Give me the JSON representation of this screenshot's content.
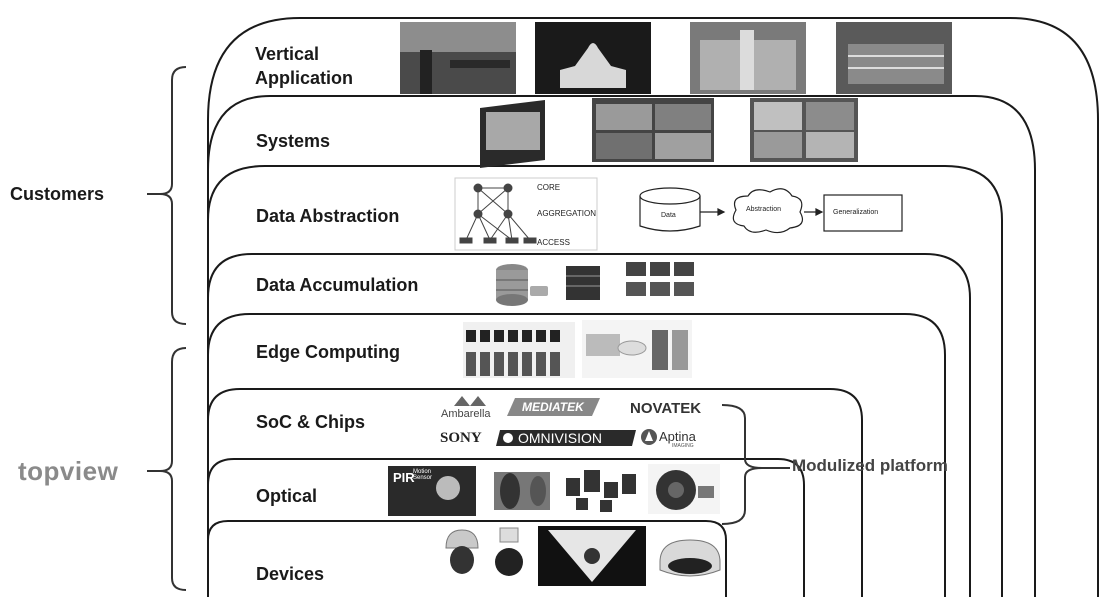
{
  "layers": {
    "vertical_application": "Vertical\nApplication",
    "vertical_line1": "Vertical",
    "vertical_line2": "Application",
    "systems": "Systems",
    "data_abstraction": "Data Abstraction",
    "data_accumulation": "Data Accumulation",
    "edge_computing": "Edge Computing",
    "soc_chips": "SoC & Chips",
    "optical": "Optical",
    "devices": "Devices"
  },
  "side_labels": {
    "customers": "Customers",
    "topview": "topview",
    "modulized_platform": "Modulized platform"
  },
  "network_diagram": {
    "core": "CORE",
    "aggregation": "AGGREGATION",
    "access": "ACCESS"
  },
  "flow_diagram": {
    "data": "Data",
    "abstraction": "Abstraction",
    "generalization": "Generalization"
  },
  "chip_brands": {
    "ambarella": "Ambarella",
    "mediatek": "MEDIATEK",
    "novatek": "NOVATEK",
    "sony": "SONY",
    "omnivision": "OMNIVISION",
    "aptina": "Aptina",
    "aptina_sub": "IMAGING"
  },
  "optical_labels": {
    "pir": "PIR",
    "motion_sensor": "Motion\nSensor"
  },
  "colors": {
    "outline": "#1a1a1a",
    "photo_dark": "#3a3a3a",
    "photo_mid": "#7a7a7a",
    "brand_gray": "#555555"
  }
}
